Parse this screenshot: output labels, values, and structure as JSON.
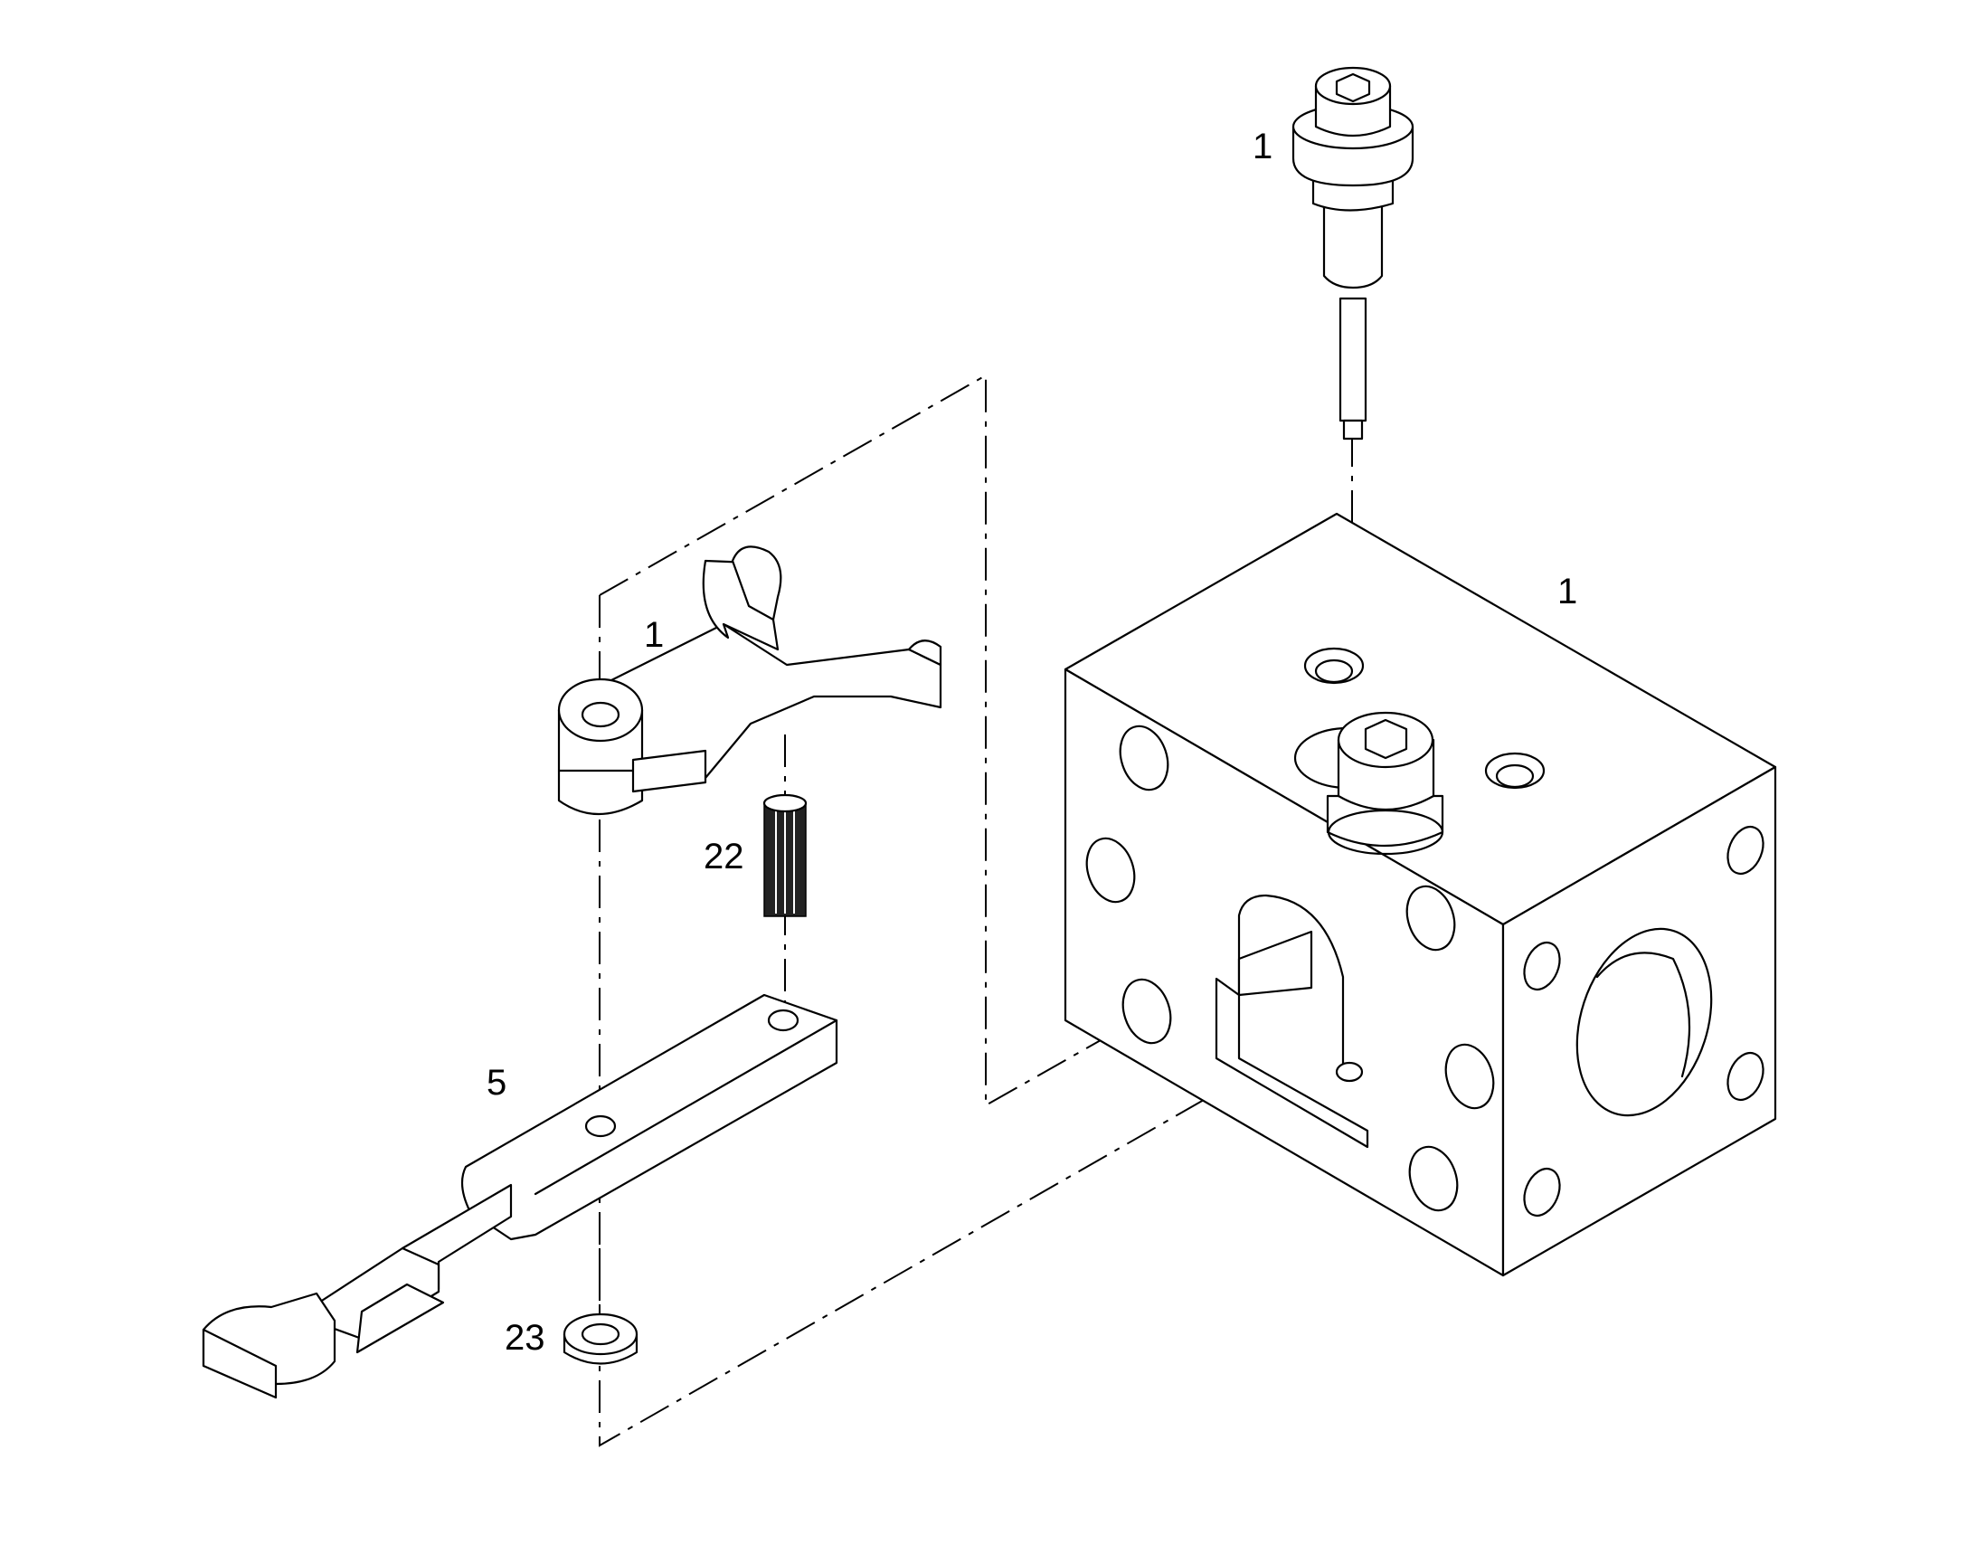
{
  "callouts": {
    "pin_top": "1",
    "block": "1",
    "fork": "1",
    "pin_small": "22",
    "lever": "5",
    "washer": "23"
  },
  "colors": {
    "line": "#000000",
    "background": "#ffffff"
  }
}
